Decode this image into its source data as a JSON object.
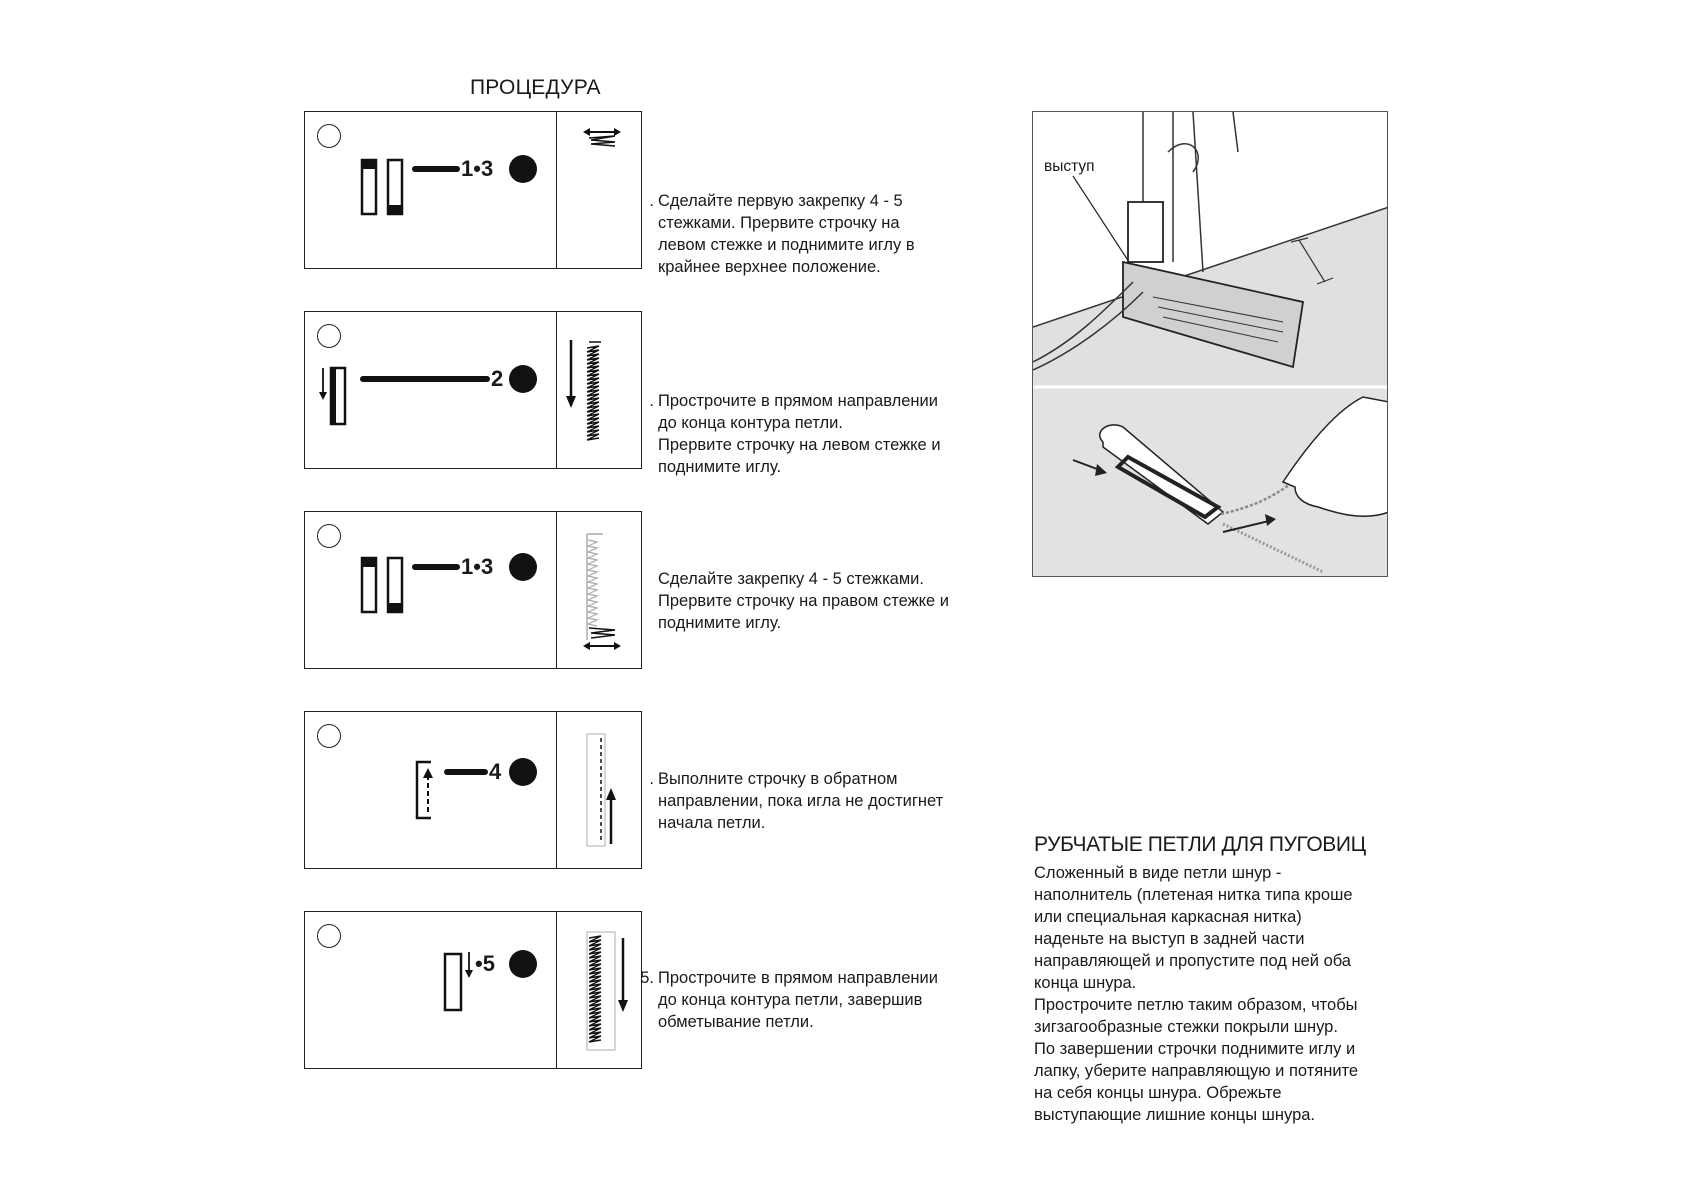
{
  "title": "ПРОЦЕДУРА",
  "steps": [
    {
      "number": "",
      "marker": ".",
      "dial_label": "1•3",
      "lines": [
        "Сделайте первую закрепку 4 - 5",
        "стежками. Прервите строчку на",
        "левом стежке и поднимите иглу в",
        "крайнее верхнее положение."
      ]
    },
    {
      "number": "",
      "marker": ".",
      "dial_label": "2",
      "lines": [
        "Прострочите в прямом направлении",
        "до конца контура петли.",
        "Прервите  строчку на левом стежке и",
        "поднимите иглу."
      ]
    },
    {
      "number": "",
      "marker": "",
      "dial_label": "1•3",
      "lines": [
        "Сделайте закрепку 4 - 5 стежками.",
        "Прервите строчку на правом стежке и",
        "поднимите иглу."
      ]
    },
    {
      "number": "",
      "marker": ".",
      "dial_label": "4",
      "lines": [
        "Выполните строчку в обратном",
        "направлении, пока игла не достигнет",
        "начала петли."
      ]
    },
    {
      "number": "5",
      "marker": ".",
      "dial_label": "•5",
      "lines": [
        "Прострочите в прямом направлении",
        "до конца контура петли, завершив",
        "обметывание петли."
      ]
    }
  ],
  "photo": {
    "callout": "выступ"
  },
  "corded": {
    "title": "РУБЧАТЫЕ ПЕТЛИ ДЛЯ ПУГОВИЦ",
    "lines": [
      "Сложенный в виде петли шнур -",
      "наполнитель (плетеная нитка типа кроше",
      "или специальная каркасная нитка)",
      "наденьте на выступ в задней части",
      "направляющей и пропустите под ней оба",
      "конца шнура.",
      "Прострочите петлю таким образом, чтобы",
      "зигзагообразные стежки покрыли шнур.",
      "По завершении строчки поднимите иглу и",
      "лапку, уберите направляющую и потяните",
      "на себя концы шнура.  Обрежьте",
      "выступающие лишние концы шнура."
    ]
  }
}
